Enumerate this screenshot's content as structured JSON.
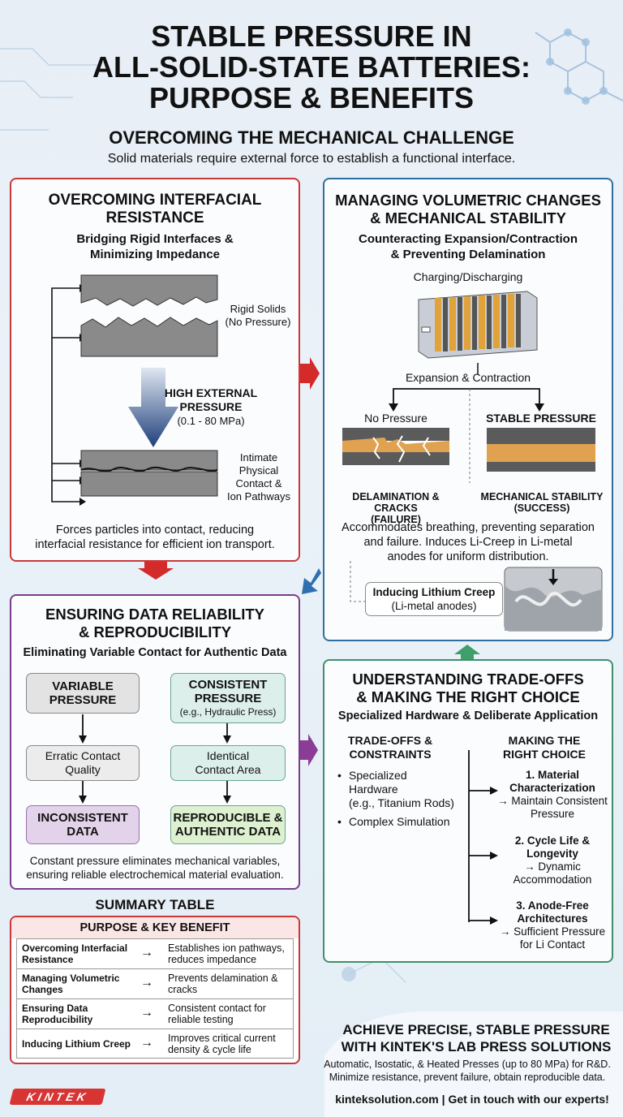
{
  "title": {
    "line1": "STABLE PRESSURE IN",
    "line2": "ALL-SOLID-STATE BATTERIES:",
    "line3": "PURPOSE & BENEFITS"
  },
  "subtitle": "OVERCOMING THE MECHANICAL CHALLENGE",
  "intro": "Solid materials require external force to establish a functional interface.",
  "interfacial": {
    "heading1": "OVERCOMING INTERFACIAL",
    "heading2": "RESISTANCE",
    "sub1": "Bridging Rigid Interfaces &",
    "sub2": "Minimizing Impedance",
    "rigid1": "Rigid Solids",
    "rigid2": "(No Pressure)",
    "press1": "HIGH EXTERNAL",
    "press2": "PRESSURE",
    "press3": "(0.1 - 80 MPa)",
    "contact1": "Intimate",
    "contact2": "Physical",
    "contact3": "Contact &",
    "contact4": "Ion Pathways",
    "foot1": "Forces particles into contact, reducing",
    "foot2": "interfacial resistance for efficient ion transport."
  },
  "volumetric": {
    "heading1": "MANAGING VOLUMETRIC CHANGES",
    "heading2": "& MECHANICAL STABILITY",
    "sub1": "Counteracting Expansion/Contraction",
    "sub2": "& Preventing Delamination",
    "charging": "Charging/Discharging",
    "expansion": "Expansion & Contraction",
    "no_pressure": "No Pressure",
    "stable": "STABLE PRESSURE",
    "fail1": "DELAMINATION & CRACKS",
    "fail2": "(FAILURE)",
    "succ1": "MECHANICAL STABILITY",
    "succ2": "(SUCCESS)",
    "foot1": "Accommodates breathing, preventing separation",
    "foot2": "and failure. Induces Li-Creep in Li-metal",
    "foot3": "anodes for uniform distribution.",
    "creep1": "Inducing Lithium Creep",
    "creep2": "(Li-metal anodes)"
  },
  "reliability": {
    "heading1": "ENSURING DATA RELIABILITY",
    "heading2": "& REPRODUCIBILITY",
    "sub": "Eliminating Variable Contact for Authentic Data",
    "var1": "VARIABLE",
    "var2": "PRESSURE",
    "cons1": "CONSISTENT",
    "cons2": "PRESSURE",
    "cons3": "(e.g., Hydraulic Press)",
    "err1": "Erratic Contact",
    "err2": "Quality",
    "ident1": "Identical",
    "ident2": "Contact Area",
    "incon1": "INCONSISTENT",
    "incon2": "DATA",
    "repro1": "REPRODUCIBLE &",
    "repro2": "AUTHENTIC DATA",
    "foot1": "Constant pressure eliminates mechanical variables,",
    "foot2": "ensuring reliable electrochemical material evaluation."
  },
  "tradeoffs": {
    "heading1": "UNDERSTANDING TRADE-OFFS",
    "heading2": "& MAKING THE RIGHT CHOICE",
    "sub": "Specialized Hardware & Deliberate Application",
    "left1": "TRADE-OFFS &",
    "left2": "CONSTRAINTS",
    "b1a": "Specialized",
    "b1b": "Hardware",
    "b1c": "(e.g., Titanium Rods)",
    "b2": "Complex Simulation",
    "right1": "MAKING THE",
    "right2": "RIGHT CHOICE",
    "c1a": "1. Material",
    "c1b": "Characterization",
    "c1c": "→ Maintain Consistent",
    "c1d": "Pressure",
    "c2a": "2. Cycle Life &",
    "c2b": "Longevity",
    "c2c": "→ Dynamic",
    "c2d": "Accommodation",
    "c3a": "3. Anode-Free",
    "c3b": "Architectures",
    "c3c": "→ Sufficient Pressure",
    "c3d": "for Li Contact"
  },
  "summary": {
    "title": "SUMMARY TABLE",
    "header": "PURPOSE & KEY BENEFIT",
    "rows": [
      {
        "k1": "Overcoming Interfacial",
        "k2": "Resistance",
        "v1": "Establishes ion pathways,",
        "v2": "reduces impedance"
      },
      {
        "k1": "Managing Volumetric",
        "k2": "Changes",
        "v1": "Prevents delamination &",
        "v2": "cracks"
      },
      {
        "k1": "Ensuring Data",
        "k2": "Reproducibility",
        "v1": "Consistent contact for",
        "v2": "reliable testing"
      },
      {
        "k1": "Inducing Lithium Creep",
        "k2": "",
        "v1": "Improves critical current",
        "v2": "density & cycle life"
      }
    ]
  },
  "cta": {
    "h1": "ACHIEVE PRECISE, STABLE PRESSURE",
    "h2": "WITH KINTEK'S LAB PRESS SOLUTIONS",
    "p1": "Automatic, Isostatic, & Heated Presses (up to 80 MPa) for R&D.",
    "p2": "Minimize resistance, prevent failure, obtain reproducible data.",
    "contact": "kinteksolution.com | Get in touch with our experts!"
  },
  "logo": "KINTEK",
  "colors": {
    "red": "#c9383a",
    "blue": "#2f6f9f",
    "purple": "#7a3d8c",
    "green": "#3f8f6a",
    "navy": "#1c3d6e"
  }
}
